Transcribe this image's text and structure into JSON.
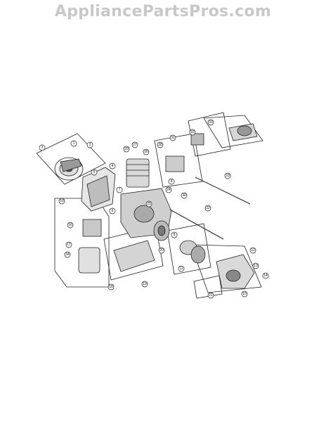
{
  "header": {
    "watermark": "AppliancePartsPros.com"
  },
  "diagram": {
    "callouts": [
      "1",
      "2",
      "3",
      "4",
      "5",
      "6",
      "7",
      "8",
      "9",
      "10",
      "11",
      "12",
      "13",
      "14",
      "15",
      "16",
      "17",
      "18",
      "19",
      "20",
      "21",
      "22",
      "23",
      "24",
      "25",
      "26",
      "27",
      "28",
      "29",
      "30",
      "31",
      "32",
      "33",
      "34"
    ]
  }
}
